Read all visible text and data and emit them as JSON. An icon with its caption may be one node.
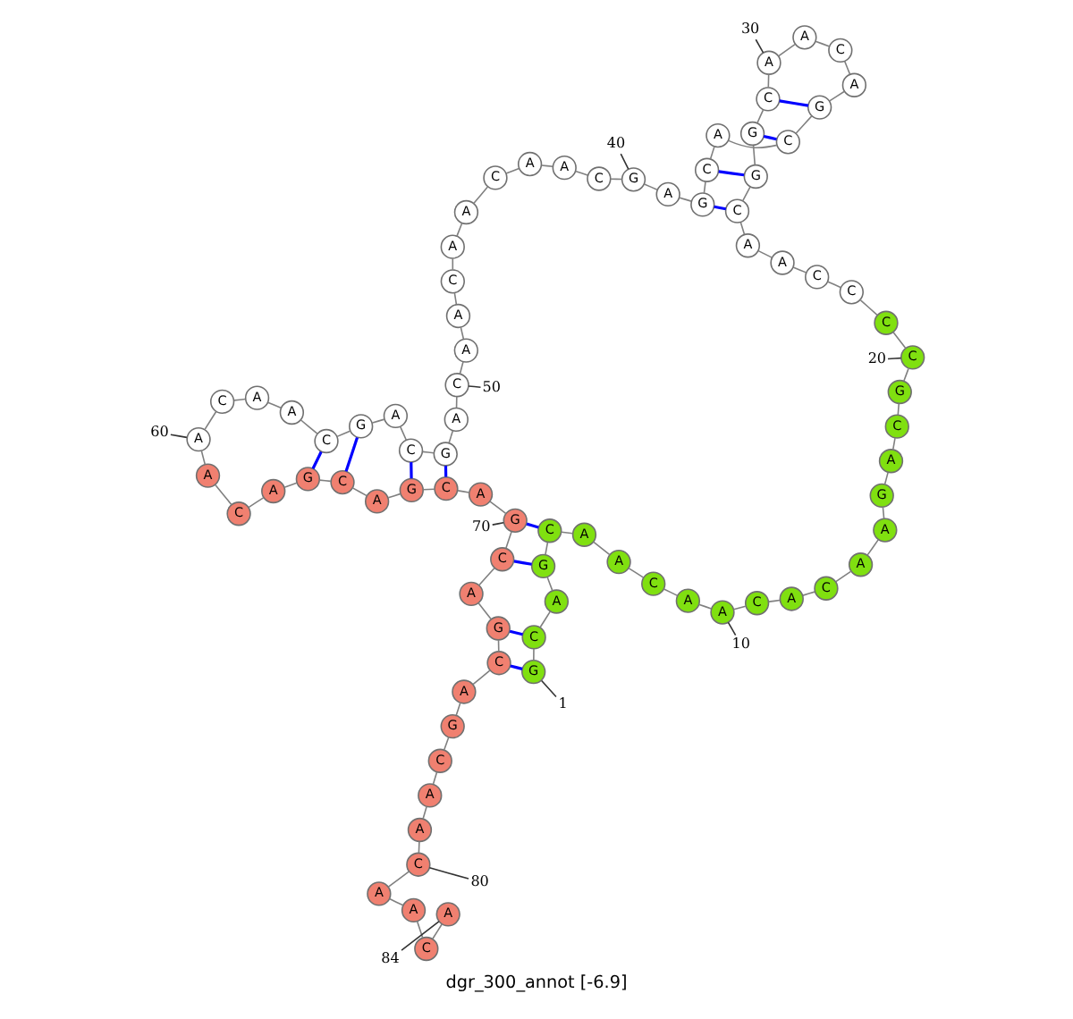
{
  "diagram": {
    "caption": "dgr_300_annot [-6.9]",
    "nodes": [
      {
        "text": [
          "G"
        ]
      },
      {
        "text": [
          "C"
        ]
      },
      {
        "text": [
          "A"
        ]
      },
      {
        "text": [
          "G"
        ]
      },
      {
        "text": [
          "C"
        ]
      },
      {
        "text": [
          "A"
        ]
      },
      {
        "text": [
          "A"
        ]
      },
      {
        "text": [
          "C"
        ]
      },
      {
        "text": [
          "A"
        ]
      },
      {
        "text": [
          "A"
        ]
      },
      {
        "text": [
          "C"
        ]
      },
      {
        "text": [
          "A"
        ]
      },
      {
        "text": [
          "C"
        ]
      },
      {
        "text": [
          "A"
        ]
      },
      {
        "text": [
          "A"
        ]
      },
      {
        "text": [
          "G"
        ]
      },
      {
        "text": [
          "A"
        ]
      },
      {
        "text": [
          "C"
        ]
      },
      {
        "text": [
          "G"
        ]
      },
      {
        "text": [
          "C"
        ]
      },
      {
        "text": [
          "C"
        ]
      },
      {
        "text": [
          "C"
        ]
      },
      {
        "text": [
          "C"
        ]
      },
      {
        "text": [
          "A"
        ]
      },
      {
        "text": [
          "A"
        ]
      },
      {
        "text": [
          "C"
        ]
      },
      {
        "text": [
          "G"
        ]
      },
      {
        "text": [
          "G"
        ]
      },
      {
        "text": [
          "C"
        ]
      },
      {
        "text": [
          "A"
        ]
      },
      {
        "text": [
          "A"
        ]
      },
      {
        "text": [
          "C"
        ]
      },
      {
        "text": [
          "A"
        ]
      },
      {
        "text": [
          "G"
        ]
      },
      {
        "text": [
          "C"
        ]
      },
      {
        "text": [
          "A"
        ]
      },
      {
        "text": [
          "C"
        ]
      },
      {
        "text": [
          "G"
        ]
      },
      {
        "text": [
          "A"
        ]
      },
      {
        "text": [
          "G"
        ]
      },
      {
        "text": [
          "C"
        ]
      },
      {
        "text": [
          "A"
        ]
      },
      {
        "text": [
          "A"
        ]
      },
      {
        "text": [
          "C"
        ]
      },
      {
        "text": [
          "A"
        ]
      },
      {
        "text": [
          "A"
        ]
      },
      {
        "text": [
          "C"
        ]
      },
      {
        "text": [
          "A"
        ]
      },
      {
        "text": [
          "A"
        ]
      },
      {
        "text": [
          "C"
        ]
      },
      {
        "text": [
          "A"
        ]
      },
      {
        "text": [
          "G"
        ]
      },
      {
        "text": [
          "C"
        ]
      },
      {
        "text": [
          "A"
        ]
      },
      {
        "text": [
          "G"
        ]
      },
      {
        "text": [
          "C"
        ]
      },
      {
        "text": [
          "A"
        ]
      },
      {
        "text": [
          "A"
        ]
      },
      {
        "text": [
          "C"
        ]
      },
      {
        "text": [
          "A"
        ]
      },
      {
        "text": [
          "A"
        ]
      },
      {
        "text": [
          "C"
        ]
      },
      {
        "text": [
          "A"
        ]
      },
      {
        "text": [
          "G"
        ]
      },
      {
        "text": [
          "C"
        ]
      },
      {
        "text": [
          "A"
        ]
      },
      {
        "text": [
          "G"
        ]
      },
      {
        "text": [
          "C"
        ]
      },
      {
        "text": [
          "A"
        ]
      },
      {
        "text": [
          "G"
        ]
      },
      {
        "text": [
          "C"
        ]
      },
      {
        "text": [
          "A"
        ]
      },
      {
        "text": [
          "G"
        ]
      },
      {
        "text": [
          "C"
        ]
      },
      {
        "text": [
          "A"
        ]
      },
      {
        "text": [
          "G"
        ]
      },
      {
        "text": [
          "C"
        ]
      },
      {
        "text": [
          "A"
        ]
      },
      {
        "text": [
          "A"
        ]
      },
      {
        "text": [
          "C"
        ]
      },
      {
        "text": [
          "A"
        ]
      },
      {
        "text": [
          "A"
        ]
      },
      {
        "text": [
          "C"
        ]
      },
      {
        "text": [
          "A"
        ]
      },
      {
        "text": [
          "1"
        ]
      },
      {
        "text": [
          "10"
        ]
      },
      {
        "text": [
          "20"
        ]
      },
      {
        "text": [
          "30"
        ]
      },
      {
        "text": [
          "40"
        ]
      },
      {
        "text": [
          "50"
        ]
      },
      {
        "text": [
          "60"
        ]
      },
      {
        "text": [
          "70"
        ]
      },
      {
        "text": [
          "80"
        ]
      },
      {
        "text": [
          "84"
        ]
      }
    ],
    "edges": [
      {
        "from": 0,
        "to": 1,
        "arrow": "none"
      },
      {
        "from": 1,
        "to": 2,
        "arrow": "none"
      },
      {
        "from": 2,
        "to": 3,
        "arrow": "none"
      },
      {
        "from": 3,
        "to": 4,
        "arrow": "none"
      },
      {
        "from": 4,
        "to": 5,
        "arrow": "none"
      },
      {
        "from": 5,
        "to": 6,
        "arrow": "none"
      },
      {
        "from": 6,
        "to": 7,
        "arrow": "none"
      },
      {
        "from": 7,
        "to": 8,
        "arrow": "none"
      },
      {
        "from": 8,
        "to": 9,
        "arrow": "none"
      },
      {
        "from": 9,
        "to": 10,
        "arrow": "none"
      },
      {
        "from": 10,
        "to": 11,
        "arrow": "none"
      },
      {
        "from": 11,
        "to": 12,
        "arrow": "none"
      },
      {
        "from": 12,
        "to": 13,
        "arrow": "none"
      },
      {
        "from": 13,
        "to": 14,
        "arrow": "none"
      },
      {
        "from": 14,
        "to": 15,
        "arrow": "none"
      },
      {
        "from": 15,
        "to": 16,
        "arrow": "none"
      },
      {
        "from": 16,
        "to": 17,
        "arrow": "none"
      },
      {
        "from": 17,
        "to": 18,
        "arrow": "none"
      },
      {
        "from": 18,
        "to": 19,
        "arrow": "none"
      },
      {
        "from": 19,
        "to": 20,
        "arrow": "none"
      },
      {
        "from": 20,
        "to": 21,
        "arrow": "none"
      },
      {
        "from": 21,
        "to": 22,
        "arrow": "none"
      },
      {
        "from": 22,
        "to": 23,
        "arrow": "none"
      },
      {
        "from": 23,
        "to": 24,
        "arrow": "none"
      },
      {
        "from": 24,
        "to": 25,
        "arrow": "none"
      },
      {
        "from": 25,
        "to": 26,
        "arrow": "none"
      },
      {
        "from": 26,
        "to": 27,
        "arrow": "none"
      },
      {
        "from": 27,
        "to": 28,
        "arrow": "none"
      },
      {
        "from": 28,
        "to": 29,
        "arrow": "none"
      },
      {
        "from": 29,
        "to": 30,
        "arrow": "none"
      },
      {
        "from": 30,
        "to": 31,
        "arrow": "none"
      },
      {
        "from": 31,
        "to": 32,
        "arrow": "none"
      },
      {
        "from": 32,
        "to": 33,
        "arrow": "none"
      },
      {
        "from": 33,
        "to": 34,
        "arrow": "none"
      },
      {
        "from": 34,
        "to": 35,
        "arrow": "none"
      },
      {
        "from": 35,
        "to": 36,
        "arrow": "none"
      },
      {
        "from": 36,
        "to": 37,
        "arrow": "none"
      },
      {
        "from": 37,
        "to": 38,
        "arrow": "none"
      },
      {
        "from": 38,
        "to": 39,
        "arrow": "none"
      },
      {
        "from": 39,
        "to": 40,
        "arrow": "none"
      },
      {
        "from": 40,
        "to": 41,
        "arrow": "none"
      },
      {
        "from": 41,
        "to": 42,
        "arrow": "none"
      },
      {
        "from": 42,
        "to": 43,
        "arrow": "none"
      },
      {
        "from": 43,
        "to": 44,
        "arrow": "none"
      },
      {
        "from": 44,
        "to": 45,
        "arrow": "none"
      },
      {
        "from": 45,
        "to": 46,
        "arrow": "none"
      },
      {
        "from": 46,
        "to": 47,
        "arrow": "none"
      },
      {
        "from": 47,
        "to": 48,
        "arrow": "none"
      },
      {
        "from": 48,
        "to": 49,
        "arrow": "none"
      },
      {
        "from": 49,
        "to": 50,
        "arrow": "none"
      },
      {
        "from": 50,
        "to": 51,
        "arrow": "none"
      },
      {
        "from": 51,
        "to": 52,
        "arrow": "none"
      },
      {
        "from": 52,
        "to": 53,
        "arrow": "none"
      },
      {
        "from": 53,
        "to": 54,
        "arrow": "none"
      },
      {
        "from": 54,
        "to": 55,
        "arrow": "none"
      },
      {
        "from": 55,
        "to": 56,
        "arrow": "none"
      },
      {
        "from": 56,
        "to": 57,
        "arrow": "none"
      },
      {
        "from": 57,
        "to": 58,
        "arrow": "none"
      },
      {
        "from": 58,
        "to": 59,
        "arrow": "none"
      },
      {
        "from": 59,
        "to": 60,
        "arrow": "none"
      },
      {
        "from": 60,
        "to": 61,
        "arrow": "none"
      },
      {
        "from": 61,
        "to": 62,
        "arrow": "none"
      },
      {
        "from": 62,
        "to": 63,
        "arrow": "none"
      },
      {
        "from": 63,
        "to": 64,
        "arrow": "none"
      },
      {
        "from": 64,
        "to": 65,
        "arrow": "none"
      },
      {
        "from": 65,
        "to": 66,
        "arrow": "none"
      },
      {
        "from": 66,
        "to": 67,
        "arrow": "none"
      },
      {
        "from": 67,
        "to": 68,
        "arrow": "none"
      },
      {
        "from": 68,
        "to": 69,
        "arrow": "none"
      },
      {
        "from": 69,
        "to": 70,
        "arrow": "none"
      },
      {
        "from": 70,
        "to": 71,
        "arrow": "none"
      },
      {
        "from": 71,
        "to": 72,
        "arrow": "none"
      },
      {
        "from": 72,
        "to": 73,
        "arrow": "none"
      },
      {
        "from": 73,
        "to": 74,
        "arrow": "none"
      },
      {
        "from": 74,
        "to": 75,
        "arrow": "none"
      },
      {
        "from": 75,
        "to": 76,
        "arrow": "none"
      },
      {
        "from": 76,
        "to": 77,
        "arrow": "none"
      },
      {
        "from": 77,
        "to": 78,
        "arrow": "none"
      },
      {
        "from": 78,
        "to": 79,
        "arrow": "none"
      },
      {
        "from": 79,
        "to": 80,
        "arrow": "none"
      },
      {
        "from": 80,
        "to": 81,
        "arrow": "none"
      },
      {
        "from": 81,
        "to": 82,
        "arrow": "none"
      },
      {
        "from": 82,
        "to": 83,
        "arrow": "none"
      },
      {
        "from": 0,
        "to": 73,
        "arrow": "none",
        "color": "#0000ff"
      },
      {
        "from": 1,
        "to": 72,
        "arrow": "none",
        "color": "#0000ff"
      },
      {
        "from": 3,
        "to": 70,
        "arrow": "none",
        "color": "#0000ff"
      },
      {
        "from": 4,
        "to": 69,
        "arrow": "none",
        "color": "#0000ff"
      },
      {
        "from": 25,
        "to": 37,
        "arrow": "none",
        "color": "#0000ff"
      },
      {
        "from": 26,
        "to": 36,
        "arrow": "none",
        "color": "#0000ff"
      },
      {
        "from": 27,
        "to": 34,
        "arrow": "none",
        "color": "#0000ff"
      },
      {
        "from": 28,
        "to": 33,
        "arrow": "none",
        "color": "#0000ff"
      },
      {
        "from": 51,
        "to": 67,
        "arrow": "none",
        "color": "#0000ff"
      },
      {
        "from": 52,
        "to": 66,
        "arrow": "none",
        "color": "#0000ff"
      },
      {
        "from": 54,
        "to": 64,
        "arrow": "none",
        "color": "#0000ff"
      },
      {
        "from": 55,
        "to": 63,
        "arrow": "none",
        "color": "#0000ff"
      },
      {
        "from": 84,
        "to": 0,
        "arrow": "none",
        "color": "#333333"
      },
      {
        "from": 85,
        "to": 9,
        "arrow": "none",
        "color": "#333333"
      },
      {
        "from": 86,
        "to": 19,
        "arrow": "none",
        "color": "#333333"
      },
      {
        "from": 87,
        "to": 29,
        "arrow": "none",
        "color": "#333333"
      },
      {
        "from": 88,
        "to": 39,
        "arrow": "none",
        "color": "#333333"
      },
      {
        "from": 89,
        "to": 49,
        "arrow": "none",
        "color": "#333333"
      },
      {
        "from": 90,
        "to": 59,
        "arrow": "none",
        "color": "#333333"
      },
      {
        "from": 91,
        "to": 69,
        "arrow": "none",
        "color": "#333333"
      },
      {
        "from": 92,
        "to": 79,
        "arrow": "none",
        "color": "#333333"
      },
      {
        "from": 93,
        "to": 83,
        "arrow": "none",
        "color": "#333333"
      }
    ]
  }
}
